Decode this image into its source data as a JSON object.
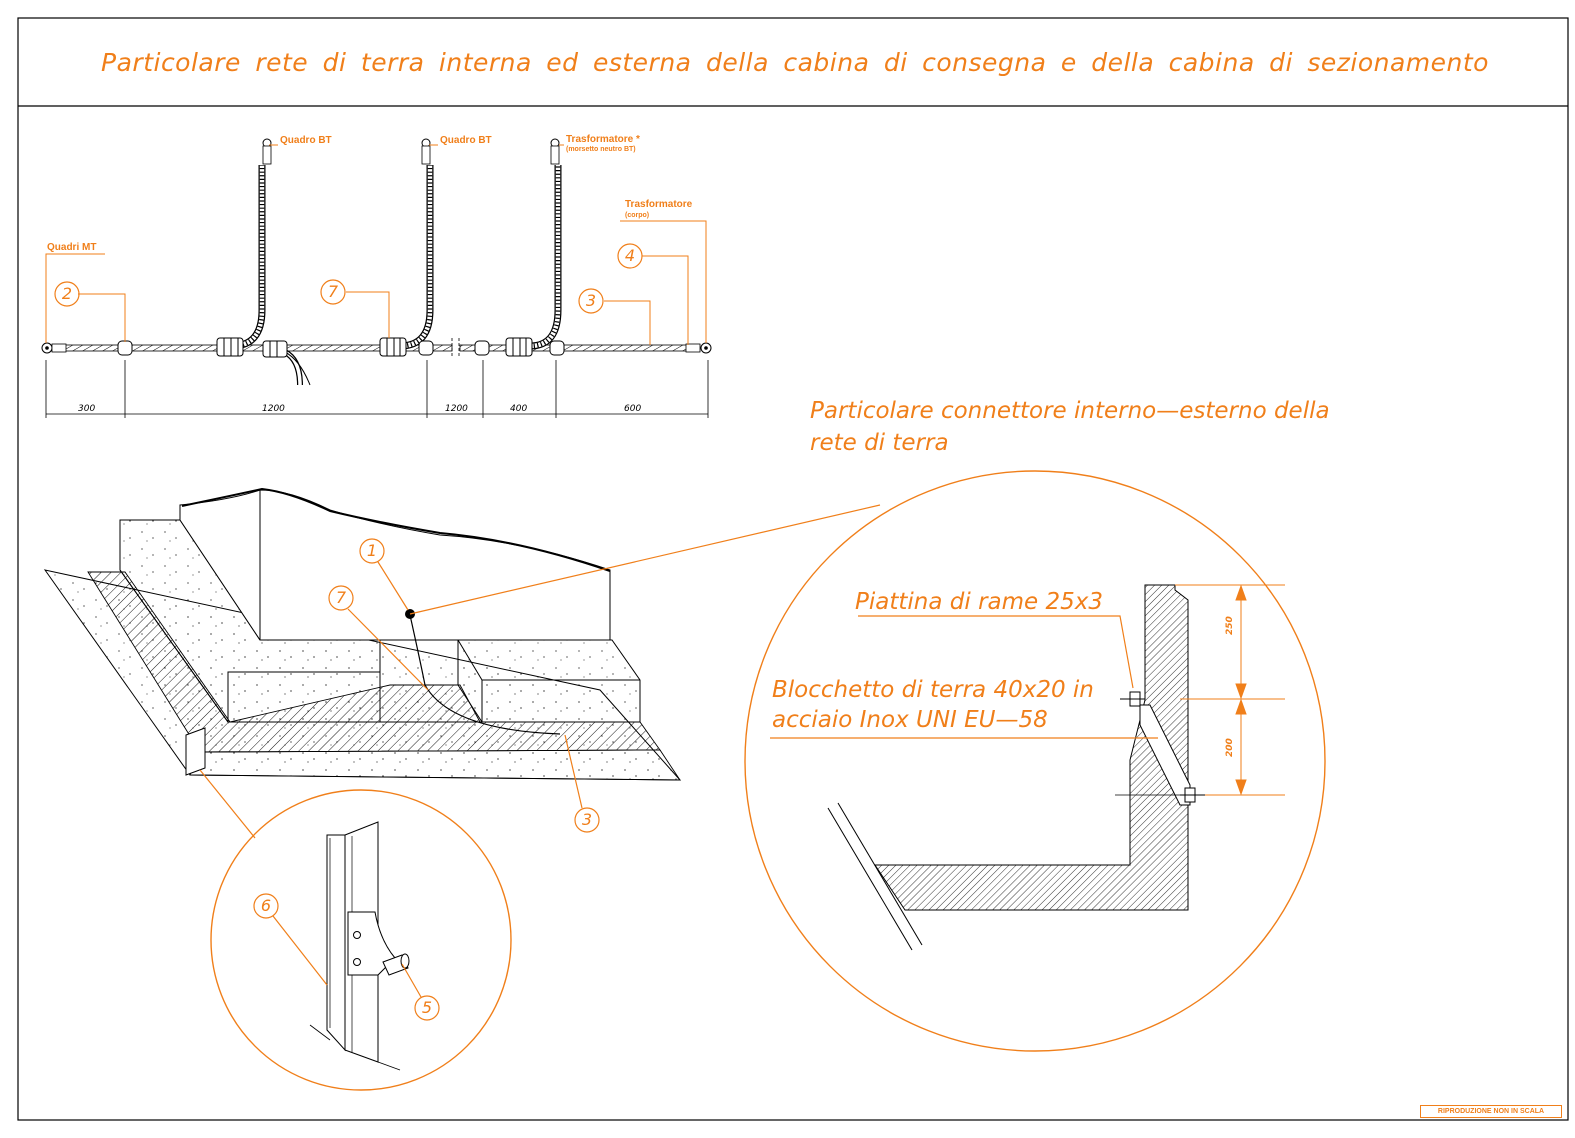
{
  "title": "Particolare rete di terra interna ed esterna della cabina di consegna e  della cabina di sezionamento",
  "connector_note": {
    "line1": "Particolare connettore interno—esterno della",
    "line2": "rete di terra"
  },
  "cable_labels": {
    "quadri_mt": "Quadri MT",
    "quadro_bt_1": "Quadro BT",
    "quadro_bt_2": "Quadro BT",
    "trasformatore_neutro": "Trasformatore *",
    "trasformatore_neutro_sub": "(morsetto neutro BT)",
    "trasformatore_corpo": "Trasformatore",
    "trasformatore_corpo_sub": "(corpo)"
  },
  "dimensions": {
    "d1": "300",
    "d2": "1200",
    "d3": "1200",
    "d4": "400",
    "d5": "600",
    "v1": "250",
    "v2": "200"
  },
  "callouts": {
    "c1": "1",
    "c2": "2",
    "c3": "3",
    "c3b": "3",
    "c4": "4",
    "c5": "5",
    "c6": "6",
    "c7": "7",
    "c7b": "7"
  },
  "detail_labels": {
    "piattina": "Piattina di rame 25x3",
    "blocchetto_line1": "Blocchetto di terra 40x20 in",
    "blocchetto_line2": "acciaio Inox UNI EU—58"
  },
  "stamp": "RIPRODUZIONE NON IN SCALA",
  "colors": {
    "accent": "#f07f1a",
    "line": "#000000"
  }
}
